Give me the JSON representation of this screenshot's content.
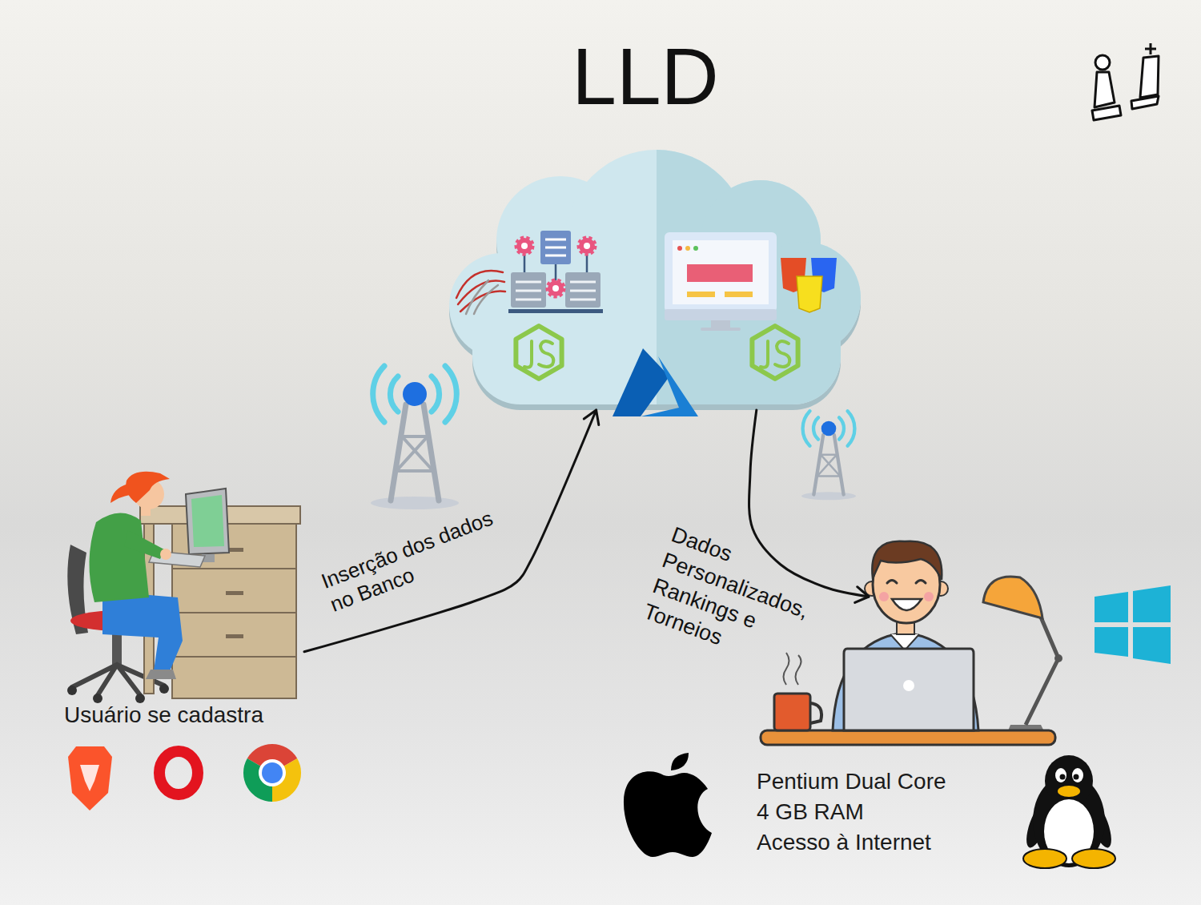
{
  "diagram": {
    "title": "LLD",
    "nodes": [
      {
        "text": [
          "Usuário se cadastra"
        ]
      },
      {
        "text": []
      },
      {
        "text": [
          "Pentium Dual Core",
          "4 GB RAM",
          "Acesso à Internet"
        ]
      }
    ],
    "edges": [
      {
        "from": 0,
        "to": 1,
        "arrow": "to",
        "label": "Inserção dos dados no Banco"
      },
      {
        "from": 1,
        "to": 2,
        "arrow": "to",
        "label": "Dados Personalizados, Rankings e Torneios"
      }
    ]
  }
}
